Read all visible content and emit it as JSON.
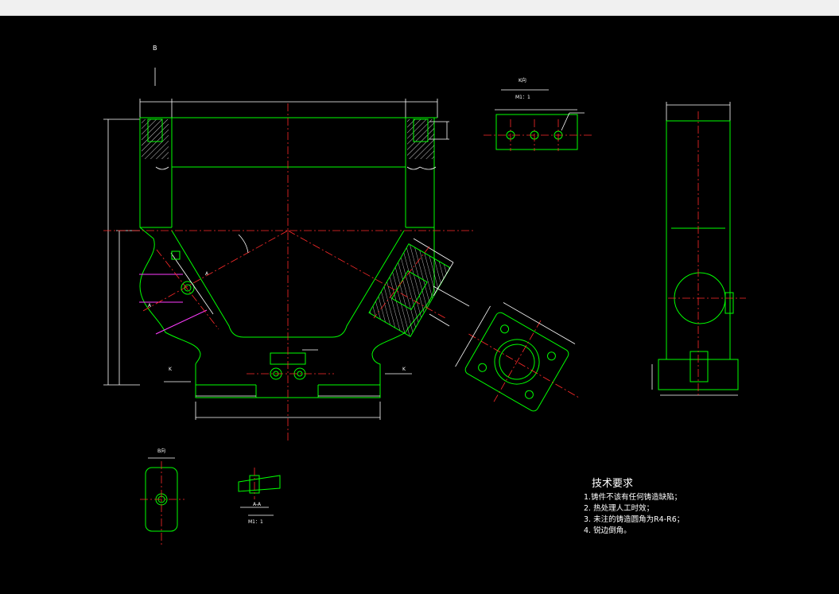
{
  "labels": {
    "section_b": "B",
    "view_k": "K向",
    "scale_k": "M1：1",
    "k_left": "K",
    "k_right": "K",
    "a_upper": "A",
    "a_lower": "A",
    "view_b": "B向",
    "section_aa": "A-A",
    "scale_aa": "M1：1"
  },
  "tech_requirements": {
    "title": "技术要求",
    "items": [
      "1.铸件不该有任何铸造缺陷；",
      "2. 热处理人工时效；",
      "3. 未注的铸造圆角为R4-R6；",
      "4. 锐边倒角。"
    ]
  },
  "colors": {
    "background": "#000000",
    "outline": "#00ff00",
    "centerline": "#ff2a2a",
    "dimension": "#ffffff",
    "hidden": "#ff3cff"
  }
}
